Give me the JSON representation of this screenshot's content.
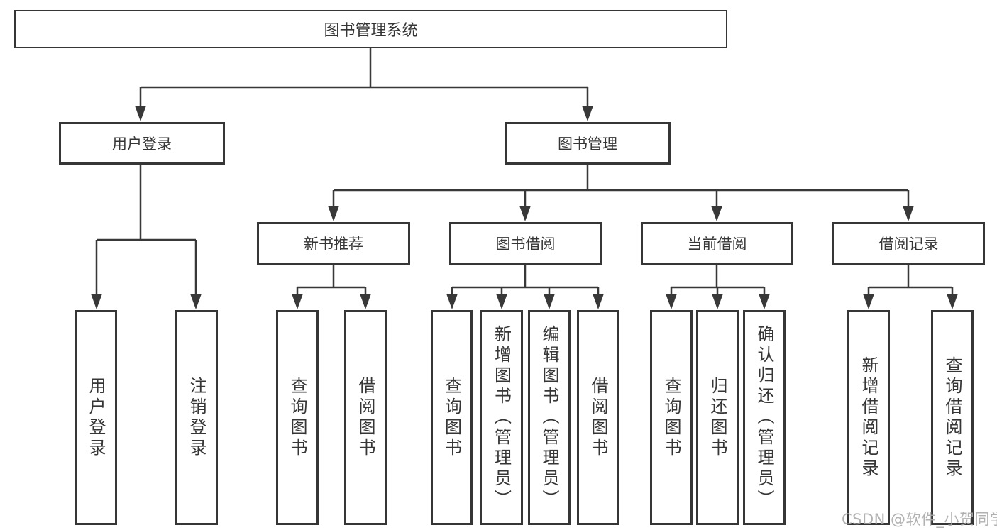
{
  "colors": {
    "line": "#383838",
    "border": "#363636",
    "text": "#363636",
    "watermark": "#a9a9a9",
    "background": "#ffffff"
  },
  "tree": {
    "root": "图书管理系统",
    "level2": [
      {
        "label": "用户登录"
      },
      {
        "label": "图书管理"
      }
    ],
    "level3": [
      {
        "label": "新书推荐"
      },
      {
        "label": "图书借阅"
      },
      {
        "label": "当前借阅"
      },
      {
        "label": "借阅记录"
      }
    ],
    "leaves": {
      "user_login": [
        "用户登录",
        "注销登录"
      ],
      "new_books": [
        "查询图书",
        "借阅图书"
      ],
      "book_borrowing": [
        "查询图书",
        "新增图书（管理员）",
        "编辑图书（管理员）",
        "借阅图书"
      ],
      "current_borrowing": [
        "查询图书",
        "归还图书",
        "确认归还（管理员）"
      ],
      "borrowing_records": [
        "新增借阅记录",
        "查询借阅记录"
      ]
    }
  },
  "watermark": "CSDN @软件_小贺同学"
}
